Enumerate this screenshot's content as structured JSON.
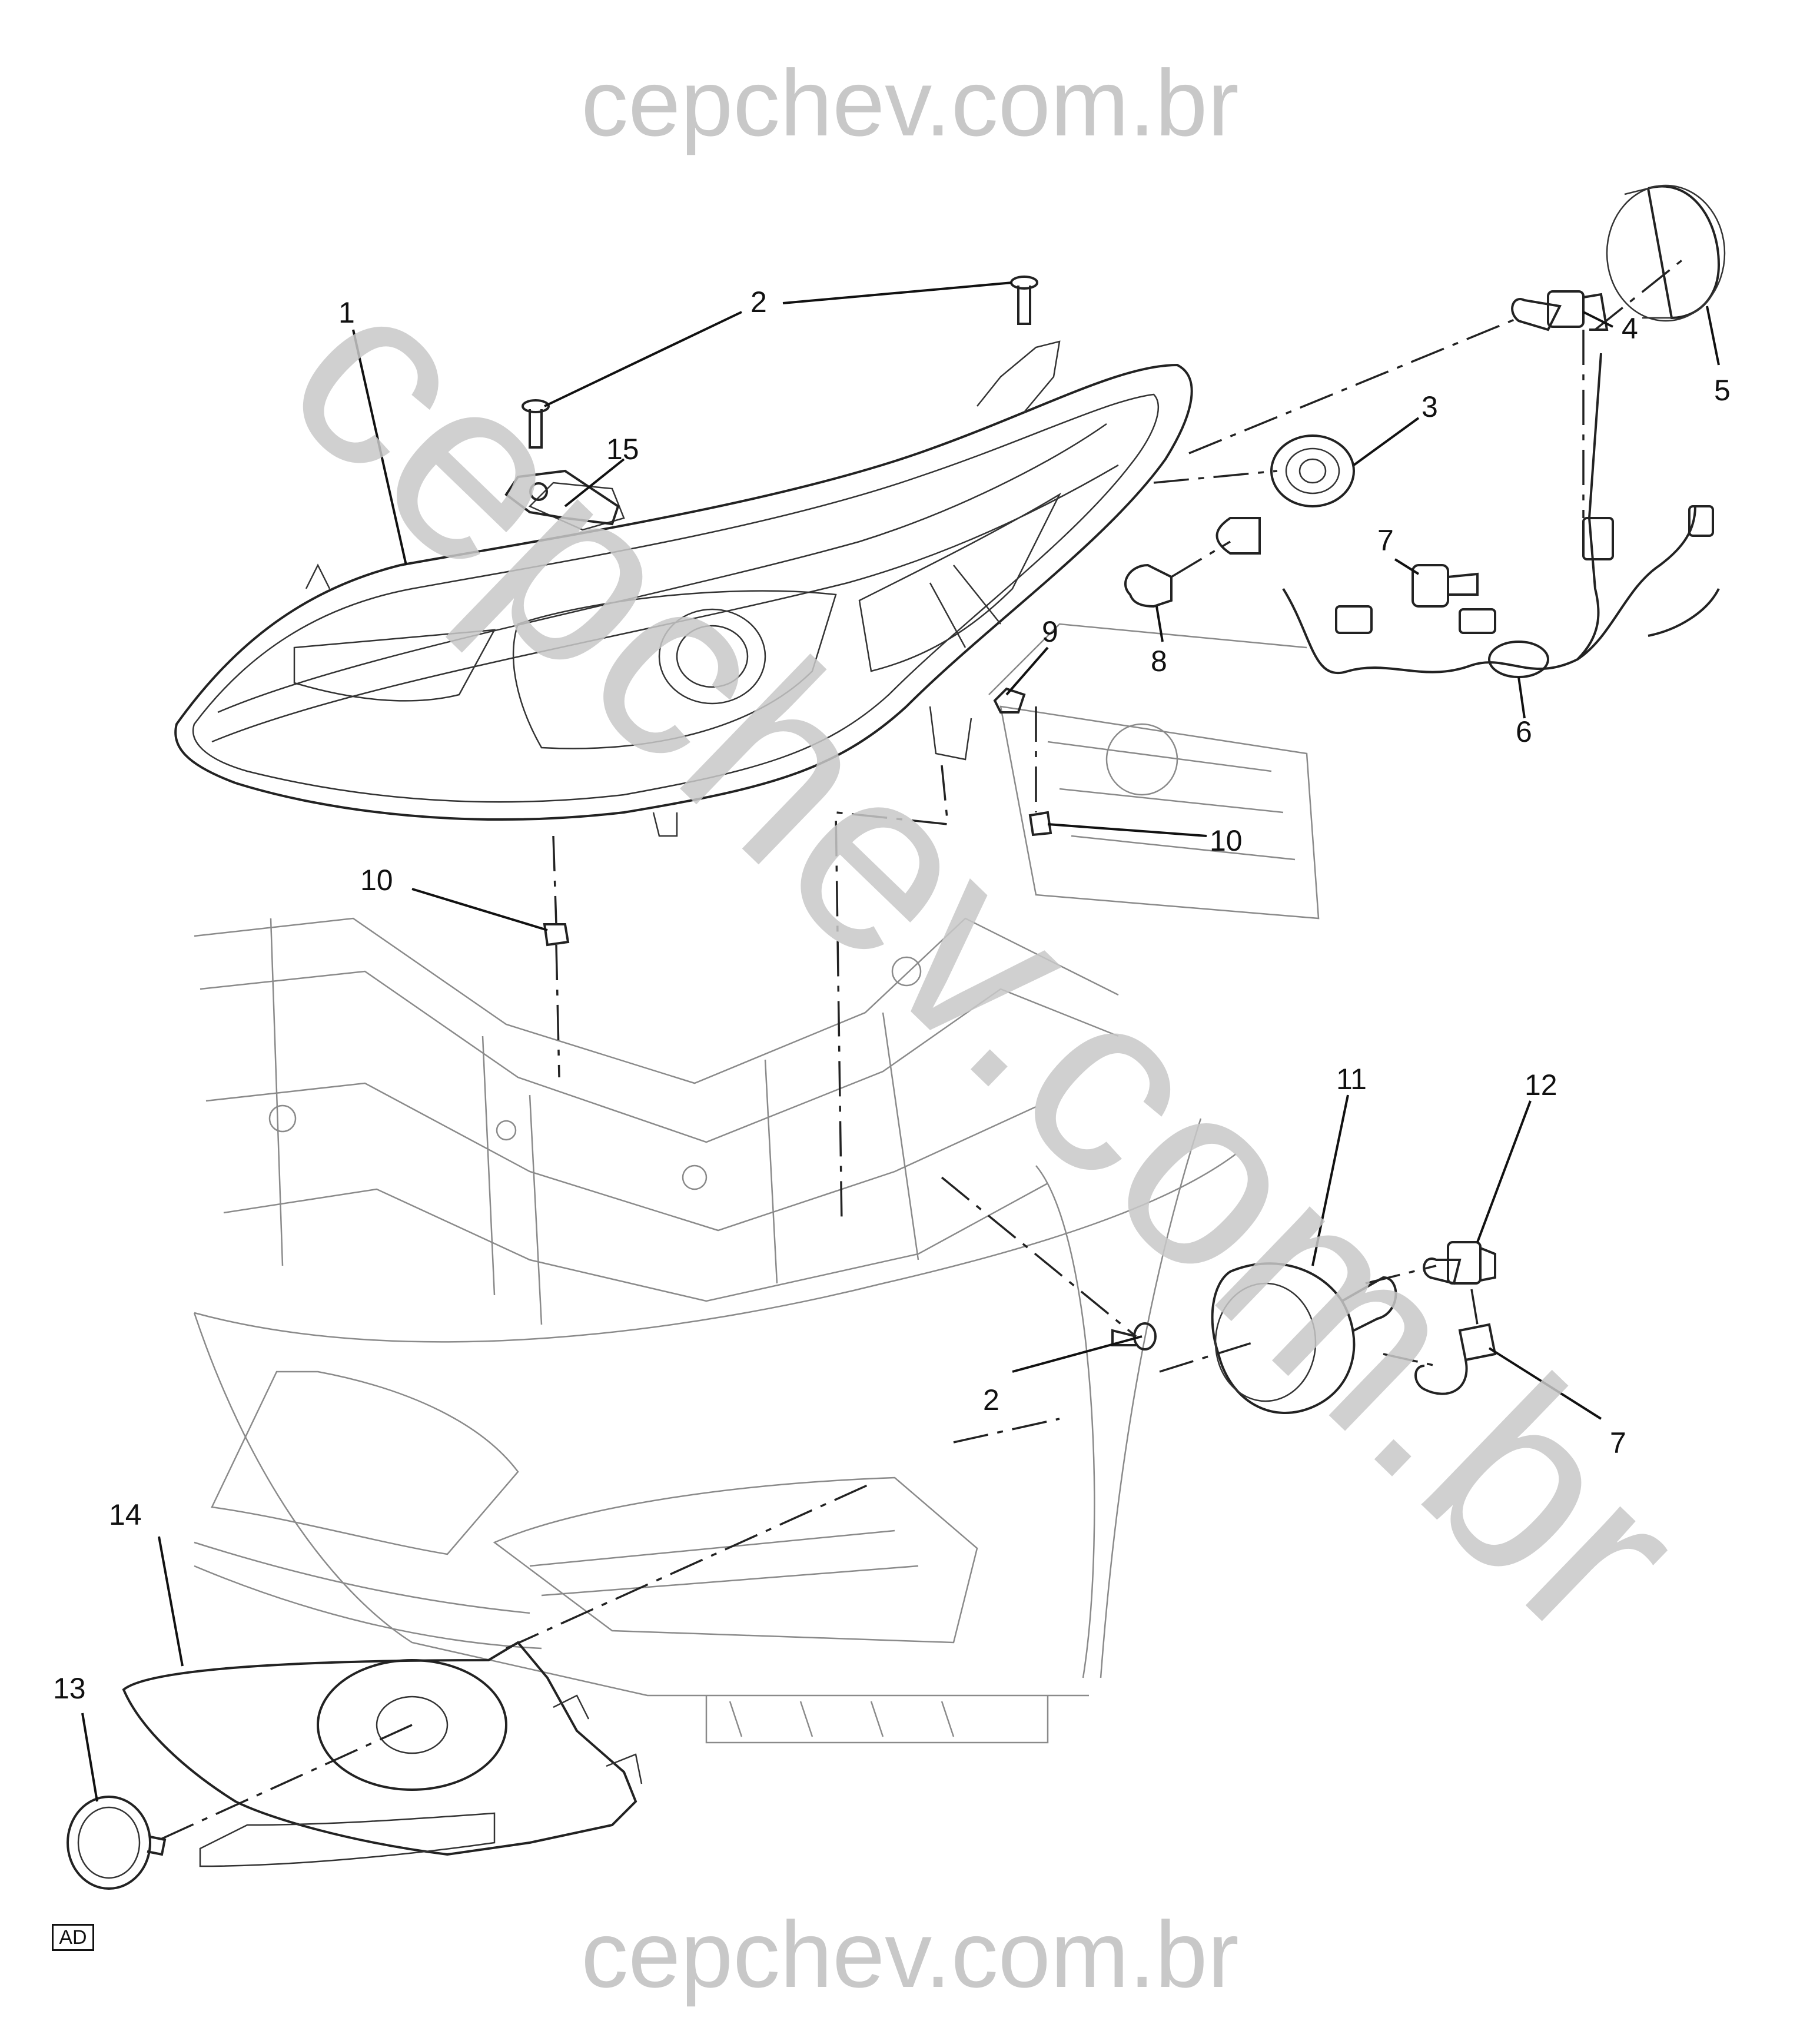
{
  "watermark": {
    "top": "cepchev.com.br",
    "diagonal": "cepchev.com.br",
    "bottom": "cepchev.com.br",
    "color": "#c8c8c8"
  },
  "callouts": [
    "1",
    "2",
    "2",
    "3",
    "4",
    "5",
    "6",
    "7",
    "7",
    "8",
    "9",
    "10",
    "10",
    "11",
    "12",
    "13",
    "14",
    "15"
  ],
  "view_badge": "AD"
}
